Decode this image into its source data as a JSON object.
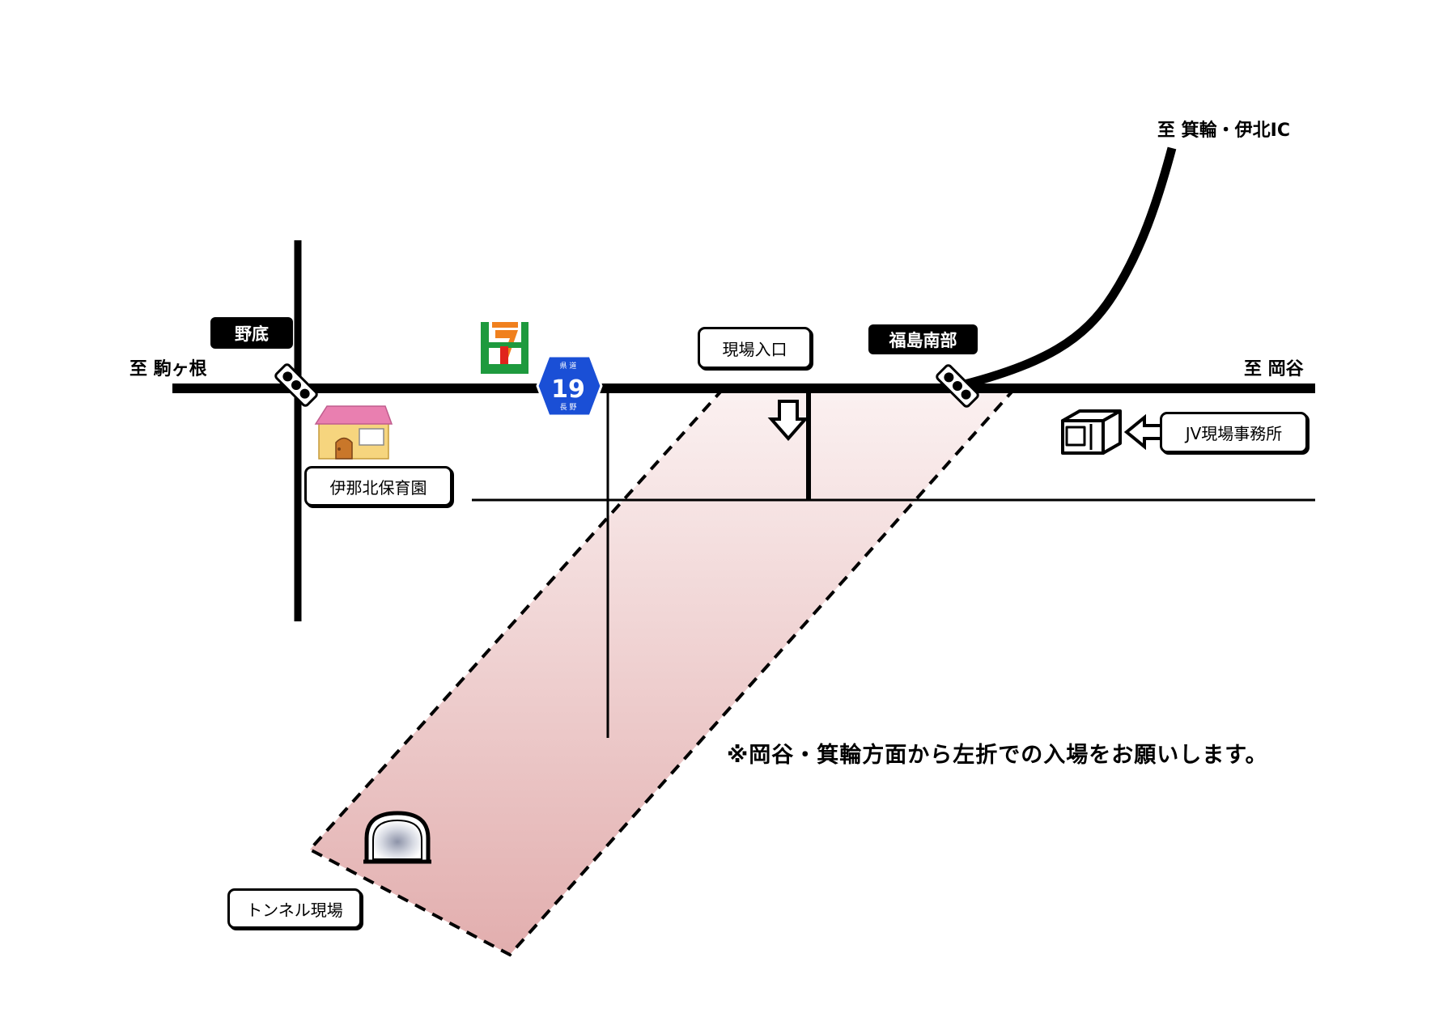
{
  "directions": {
    "west": "至 駒ヶ根",
    "east": "至 岡谷",
    "north": "至 箕輪・伊北IC"
  },
  "intersections": {
    "nosoko": "野底",
    "fukushima_nanbu": "福島南部"
  },
  "route_shield": {
    "number": "19",
    "top_text": "県 道",
    "bottom_text": "長 野",
    "color": "#1a4fd6"
  },
  "labels": {
    "site_entrance": "現場入口",
    "nursery": "伊那北保育園",
    "jv_office": "JV現場事務所",
    "tunnel_site": "トンネル現場"
  },
  "notice": "※岡谷・箕輪方面から左折での入場をお願いします。",
  "icons": [
    "traffic-signal-icon",
    "convenience-store-icon",
    "house-icon",
    "office-building-icon",
    "tunnel-icon",
    "down-arrow-icon",
    "left-arrow-icon"
  ],
  "colors": {
    "road": "#000000",
    "site_area_top": "#fbf1f1",
    "site_area_bottom": "#e2aeae",
    "store_green": "#1e9a3e",
    "store_orange": "#f0801e",
    "store_red": "#e0231c",
    "house_roof": "#e97fb0",
    "house_wall": "#f6d57e"
  }
}
